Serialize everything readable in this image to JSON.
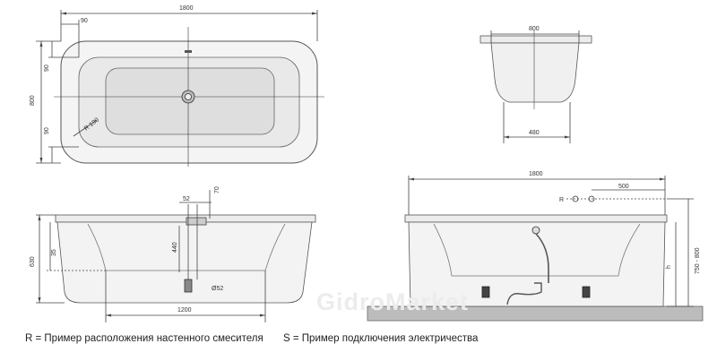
{
  "top_view": {
    "length": "1800",
    "width": "800",
    "offset_top": "90",
    "offset_left": "90",
    "offset_bottom": "90",
    "radius": "R 190"
  },
  "end_view": {
    "width_top": "800",
    "width_bottom": "480"
  },
  "side_view_left": {
    "inner_length": "1200",
    "height_total": "630",
    "height_rim": "35",
    "drain_offset": "52",
    "overflow_height": "440",
    "rim_dim": "70",
    "drain_diameter": "Ø52"
  },
  "side_view_right": {
    "length": "1800",
    "tap_offset": "500",
    "tap_label": "R",
    "height_range": "750 - 800",
    "height_symbol": "h"
  },
  "legend": {
    "r_text": "R = Пример расположения настенного смесителя",
    "s_text": "S = Пример подключения электричества"
  },
  "watermark": "GidroMarket"
}
